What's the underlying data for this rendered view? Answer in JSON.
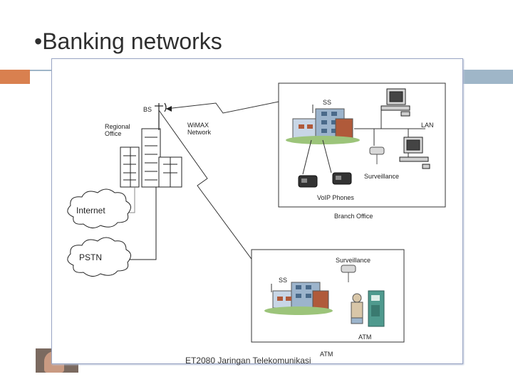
{
  "slide": {
    "title": "Banking networks",
    "bullet": "•",
    "footer": "ET2080 Jaringan Telekomunikasi"
  },
  "colors": {
    "accent_orange": "#d9804f",
    "accent_blue": "#9fb6c8",
    "frame_border": "#9aa6c4"
  },
  "diagram": {
    "bs_label": "BS",
    "regional_office": "Regional\nOffice",
    "wimax_network": "WiMAX\nNetwork",
    "internet": "Internet",
    "pstn": "PSTN",
    "branch": {
      "ss_label": "SS",
      "lan_label": "LAN",
      "surveillance_label": "Surveillance",
      "voip_label": "VoIP Phones",
      "caption": "Branch Office"
    },
    "atm_site": {
      "ss_label": "SS",
      "surveillance_label": "Surveillance",
      "atm_label": "ATM",
      "caption": "ATM"
    }
  }
}
